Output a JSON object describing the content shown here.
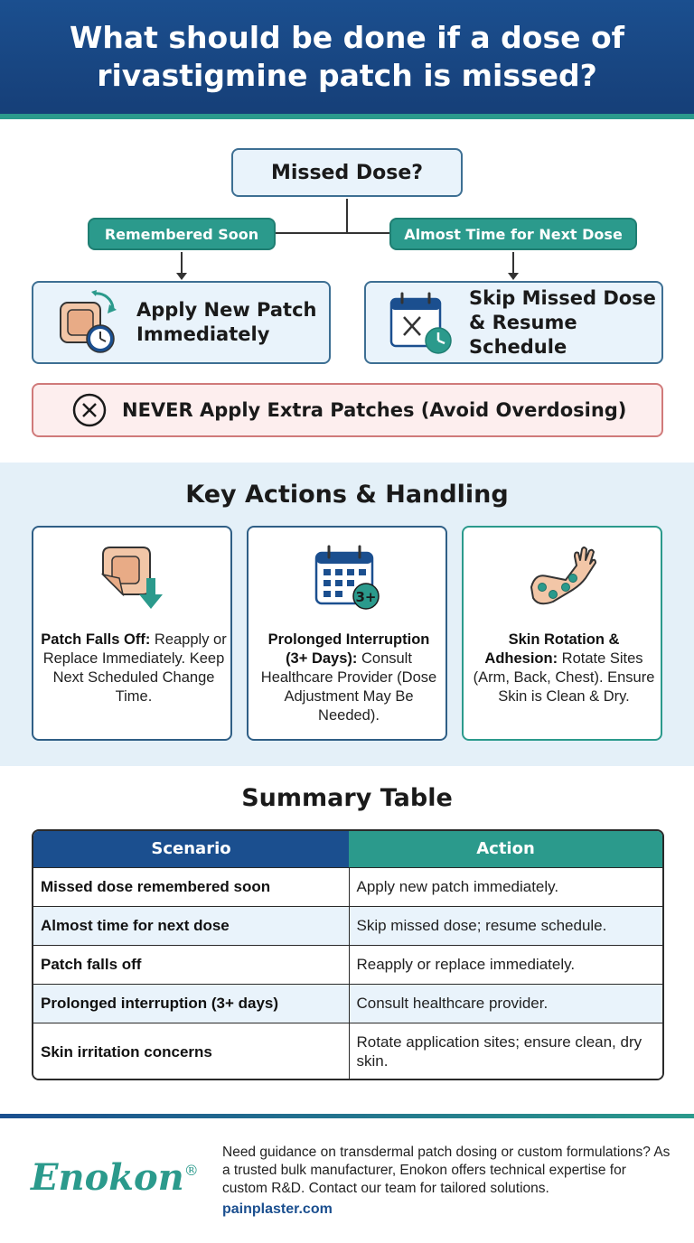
{
  "header": {
    "title": "What should be done if a dose of rivastigmine patch is missed?"
  },
  "flowchart": {
    "question": "Missed Dose?",
    "left_branch": "Remembered Soon",
    "right_branch": "Almost Time for Next Dose",
    "left_action": "Apply New Patch Immediately",
    "right_action": "Skip Missed Dose & Resume Schedule",
    "warning": "NEVER Apply Extra Patches (Avoid Overdosing)",
    "icons": {
      "left_action": "patch-clock-icon",
      "right_action": "calendar-clock-icon",
      "warning": "close-circle-icon"
    }
  },
  "key_actions": {
    "title": "Key Actions & Handling",
    "cards": [
      {
        "icon": "patch-falls-off-icon",
        "heading": "Patch Falls Off:",
        "body": "Reapply or Replace Immediately. Keep Next Scheduled Change Time."
      },
      {
        "icon": "calendar-3plus-icon",
        "heading": "Prolonged Interruption (3+ Days):",
        "body": "Consult Healthcare Provider (Dose Adjustment May Be Needed)."
      },
      {
        "icon": "arm-rotation-icon",
        "heading": "Skin Rotation & Adhesion:",
        "body": "Rotate Sites (Arm, Back, Chest). Ensure Skin is Clean & Dry."
      }
    ],
    "calendar_badge": "3+"
  },
  "summary": {
    "title": "Summary Table",
    "columns": [
      "Scenario",
      "Action"
    ],
    "rows": [
      [
        "Missed dose remembered soon",
        "Apply new patch immediately."
      ],
      [
        "Almost time for next dose",
        "Skip missed dose; resume schedule."
      ],
      [
        "Patch falls off",
        "Reapply or replace immediately."
      ],
      [
        "Prolonged interruption (3+ days)",
        "Consult healthcare provider."
      ],
      [
        "Skin irritation concerns",
        "Rotate application sites; ensure clean, dry skin."
      ]
    ]
  },
  "footer": {
    "logo": "Enokon",
    "registered": "®",
    "text": "Need guidance on transdermal patch dosing or custom formulations? As a trusted bulk manufacturer, Enokon offers technical expertise for custom R&D. Contact our team for tailored solutions.",
    "link": "painplaster.com"
  },
  "colors": {
    "navy": "#1b4f8f",
    "teal": "#2b9a8c",
    "light_blue": "#e9f3fb",
    "warning_bg": "#fdeeee",
    "warning_border": "#d07a7a"
  }
}
